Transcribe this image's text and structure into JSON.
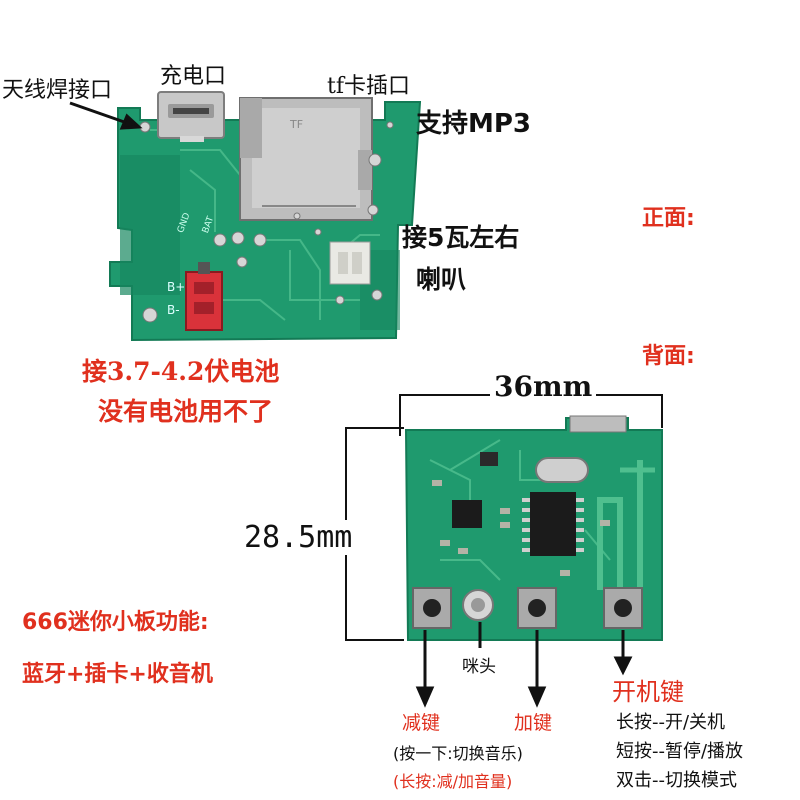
{
  "front": {
    "antenna_label": "天线焊接口",
    "charge_port_label": "充电口",
    "tf_slot_label": "tf卡插口",
    "mp3_label": "支持MP3",
    "speaker_label_line1": "接5瓦左右",
    "speaker_label_line2": "喇叭",
    "side_label": "正面:",
    "battery_line1": "接3.7-4.2伏电池",
    "battery_line2": "没有电池用不了",
    "silk_gnd": "GND",
    "silk_bat": "BAT",
    "silk_bplus": "B+",
    "silk_bminus": "B-",
    "silk_card": "TF"
  },
  "back": {
    "side_label": "背面:",
    "width_label": "36mm",
    "height_label": "28.5mm",
    "mic_label": "咪头",
    "minus_key_label": "减键",
    "plus_key_label": "加键",
    "press_once_label": "(按一下:切换音乐)",
    "long_press_label": "(长按:减/加音量)",
    "power_key_label": "开机键",
    "power_long": "长按--开/关机",
    "power_short": "短按--暂停/播放",
    "power_double": "双击--切换模式"
  },
  "features": {
    "title": "666迷你小板功能:",
    "list": "蓝牙+插卡+收音机"
  },
  "colors": {
    "pcb_green": "#1f9a6e",
    "pcb_dark": "#15805a",
    "label_red": "#e0301e",
    "connector_red": "#d9323a"
  }
}
